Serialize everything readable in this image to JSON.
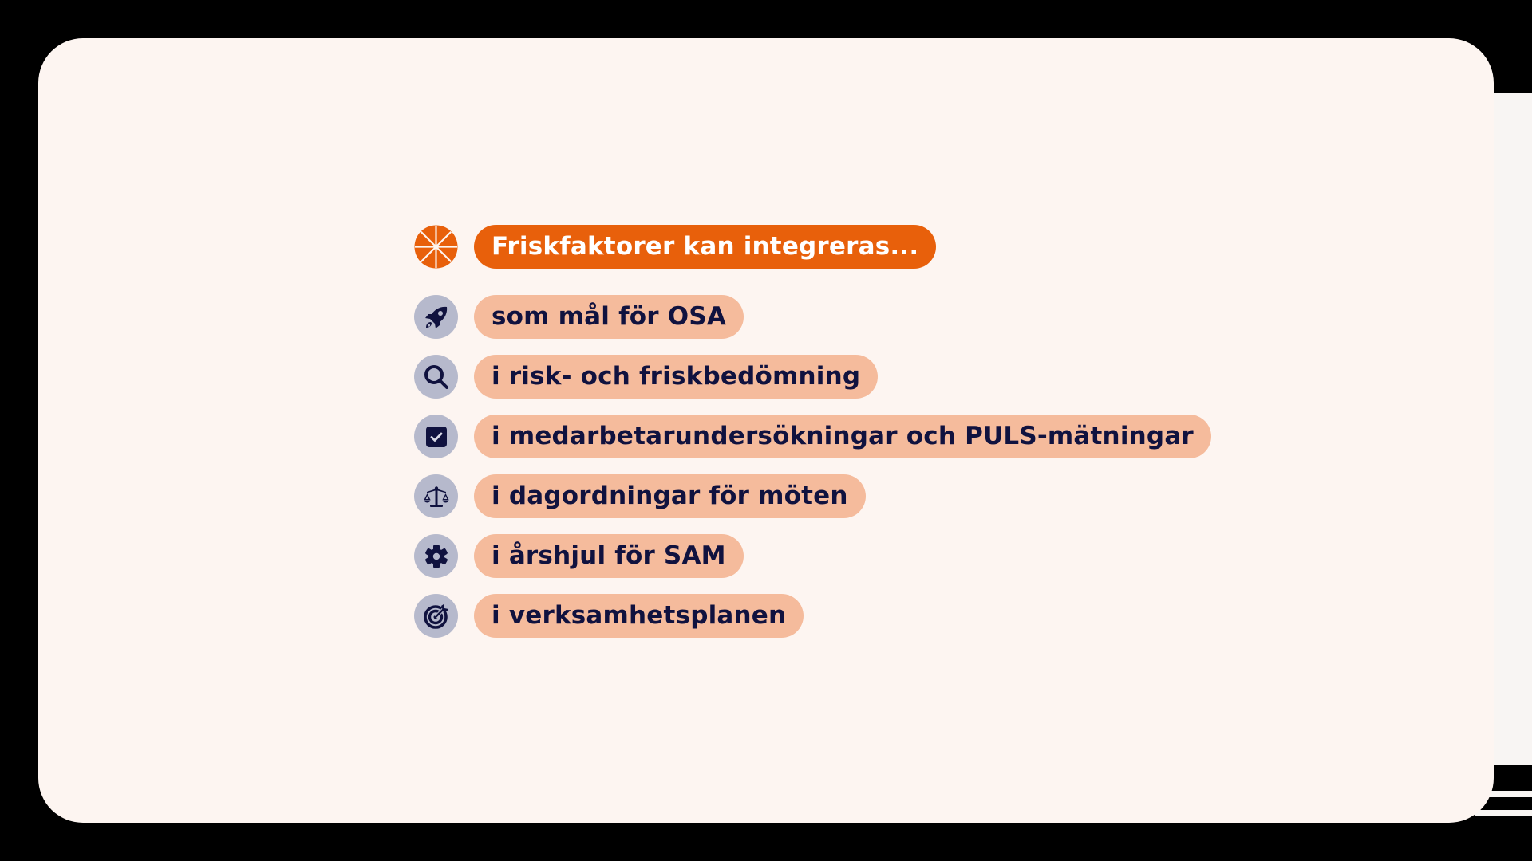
{
  "slide": {
    "heading": {
      "label": "Friskfaktorer kan integreras...",
      "icon": "orange-slice-icon",
      "color": "#e8600b"
    },
    "items": [
      {
        "label": "som mål för OSA",
        "icon": "rocket-icon"
      },
      {
        "label": "i risk- och friskbedömning",
        "icon": "search-icon"
      },
      {
        "label": "i medarbetarundersökningar och PULS-mätningar",
        "icon": "checkbox-icon"
      },
      {
        "label": "i dagordningar för möten",
        "icon": "scale-icon"
      },
      {
        "label": "i årshjul för SAM",
        "icon": "gear-icon"
      },
      {
        "label": "i verksamhetsplanen",
        "icon": "target-icon"
      }
    ],
    "colors": {
      "background": "#fdf5f1",
      "pill": "#f5bb9c",
      "icon_circle": "#b6b9cc",
      "text": "#10123f"
    }
  }
}
